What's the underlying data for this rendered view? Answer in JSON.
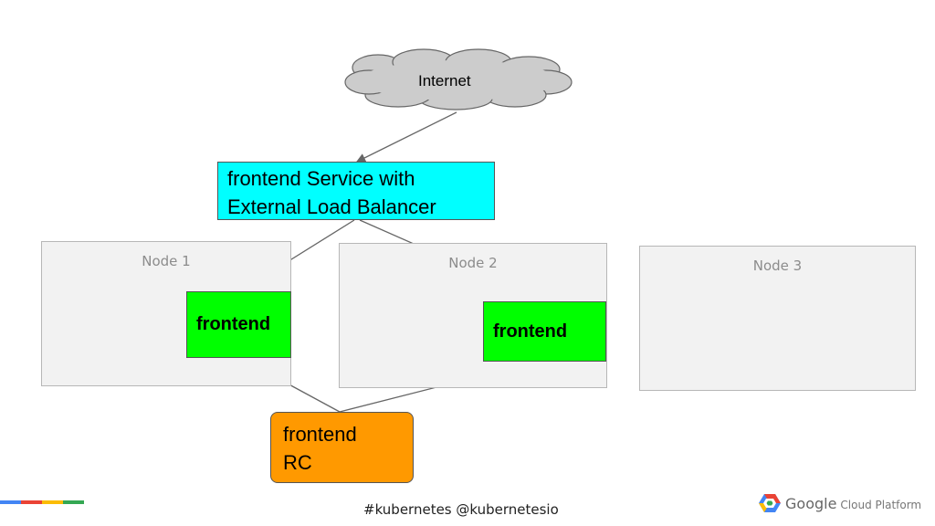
{
  "internet": {
    "label": "Internet"
  },
  "service": {
    "line1": "frontend Service with",
    "line2": "External Load Balancer"
  },
  "nodes": [
    {
      "label": "Node 1"
    },
    {
      "label": "Node 2"
    },
    {
      "label": "Node 3"
    }
  ],
  "pods": [
    {
      "label": "frontend"
    },
    {
      "label": "frontend"
    }
  ],
  "rc": {
    "line1": "frontend",
    "line2": "RC"
  },
  "footer": {
    "hashtag": "#kubernetes @kubernetesio",
    "brand": "Google",
    "product": "Cloud Platform",
    "stripe_colors": [
      "#4285f4",
      "#ea4335",
      "#fbbc05",
      "#34a853"
    ]
  },
  "colors": {
    "service": "#00ffff",
    "pod": "#00ff00",
    "rc": "#ff9900",
    "cloud": "#cccccc",
    "node": "#f2f2f2"
  }
}
